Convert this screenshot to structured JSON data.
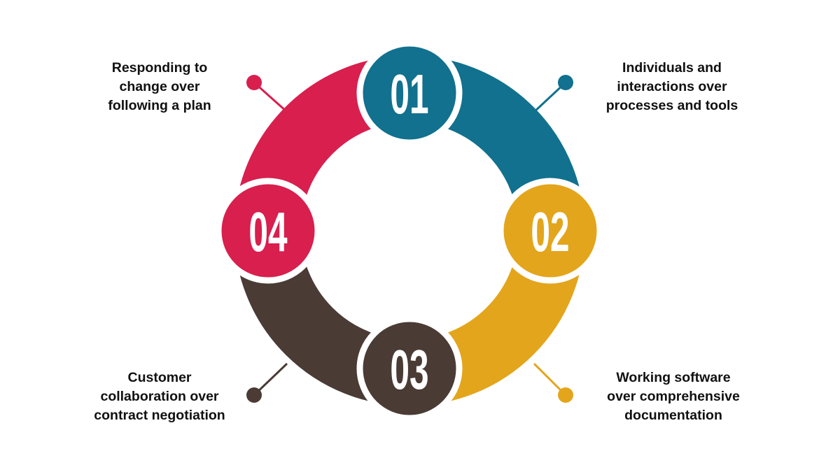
{
  "diagram": {
    "steps": [
      {
        "number": "01",
        "color": "#11718e",
        "label_lines": [
          "Individuals and",
          "interactions over",
          "processes and tools"
        ]
      },
      {
        "number": "02",
        "color": "#e3a51b",
        "label_lines": [
          "Working software",
          "over comprehensive",
          "documentation"
        ]
      },
      {
        "number": "03",
        "color": "#4a3b35",
        "label_lines": [
          "Customer",
          "collaboration over",
          "contract negotiation"
        ]
      },
      {
        "number": "04",
        "color": "#d81f4e",
        "label_lines": [
          "Responding to",
          "change over",
          "following a plan"
        ]
      }
    ]
  }
}
